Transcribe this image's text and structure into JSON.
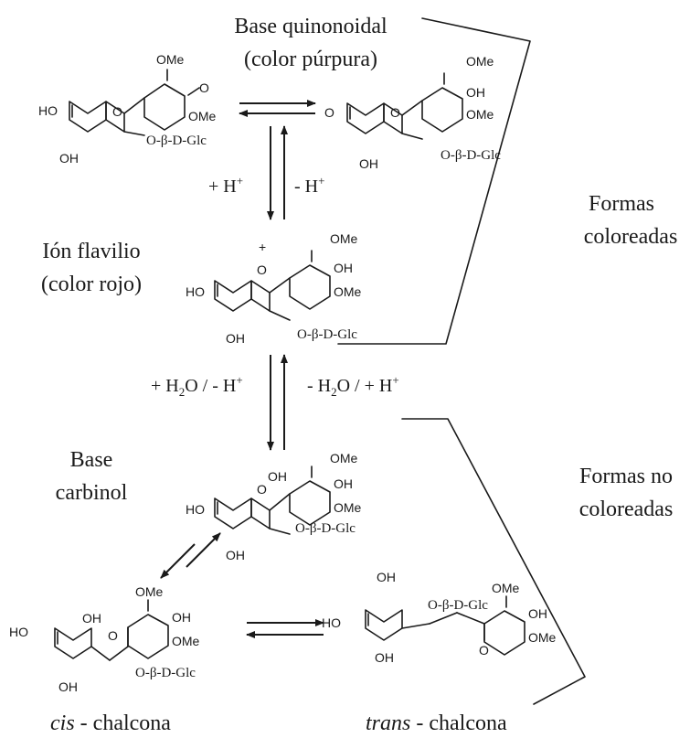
{
  "labels": {
    "quinoidal_title": "Base quinonoidal",
    "quinoidal_color": "(color púrpura)",
    "flavylium_title": "Ión flavilio",
    "flavylium_color": "(color rojo)",
    "carbinol_line1": "Base",
    "carbinol_line2": "carbinol",
    "cis_italic": "cis",
    "cis_rest": " - chalcona",
    "trans_italic": "trans",
    "trans_rest": " - chalcona",
    "colored_line1": "Formas",
    "colored_line2": "coloreadas",
    "uncolored_line1": "Formas no",
    "uncolored_line2": "coloreadas"
  },
  "conditions": {
    "plus_h": "+ H",
    "minus_h": "- H",
    "h_sup": "+",
    "plus_water_a": "+ H",
    "water_sub": "2",
    "plus_water_b": "O / - H",
    "minus_water_a": "- H",
    "minus_water_b": "O / + H"
  },
  "atoms": {
    "OMe": "OMe",
    "OH": "OH",
    "HO": "HO",
    "O": "O",
    "charge": "+",
    "glc": "O-β-D-Glc"
  }
}
